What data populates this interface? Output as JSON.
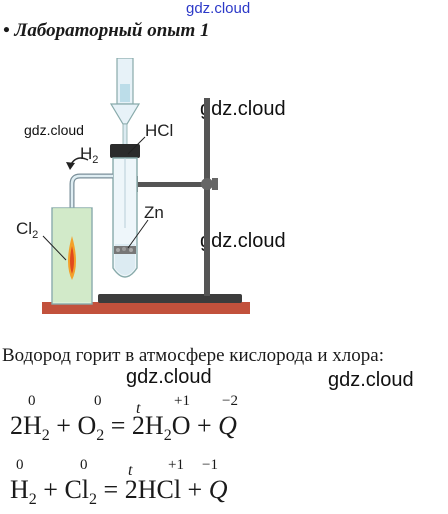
{
  "watermark": "gdz.cloud",
  "heading": "• Лабораторный опыт 1",
  "labels": {
    "hcl": "HCl",
    "h2": "H",
    "h2_sub": "2",
    "cl2": "Cl",
    "cl2_sub": "2",
    "zn": "Zn"
  },
  "sentence": "Водород горит в атмосфере кислорода и хлора:",
  "eq1": {
    "left": "2H",
    "left_sub": "2",
    "plus": "+",
    "o": "O",
    "o_sub": "2",
    "arrow": "=",
    "prod": "2H",
    "prod_sub": "2",
    "prod_o": "O",
    "tail": "+",
    "q": "Q",
    "t": "t",
    "ox_h": "0",
    "ox_o": "0",
    "ox_ph": "+1",
    "ox_po": "−2"
  },
  "eq2": {
    "h": "H",
    "h_sub": "2",
    "plus": "+",
    "cl": "Cl",
    "cl_sub": "2",
    "arrow": "=",
    "prod": "2HCl",
    "tail": "+",
    "q": "Q",
    "t": "t",
    "ox_h": "0",
    "ox_cl": "0",
    "ox_ph": "+1",
    "ox_pcl": "−1"
  }
}
